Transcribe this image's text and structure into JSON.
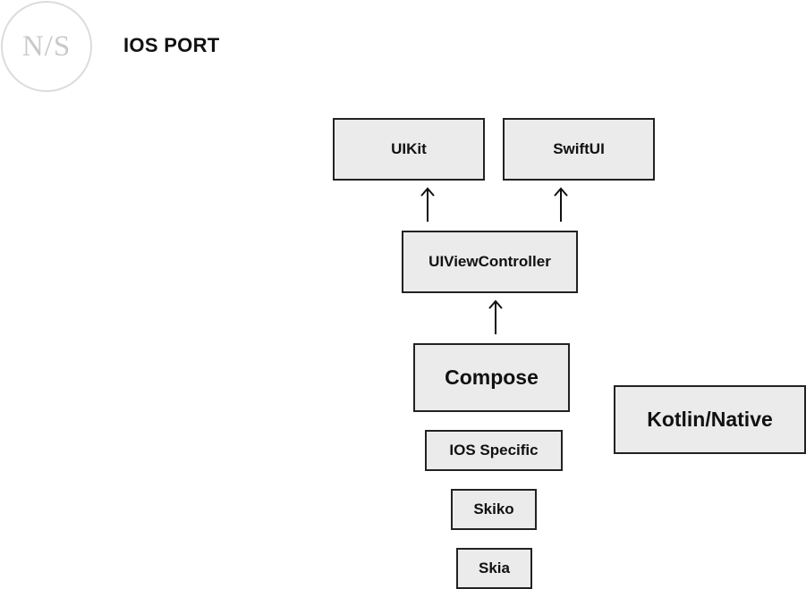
{
  "header": {
    "logo_text": "N/S",
    "title": "IOS PORT"
  },
  "nodes": {
    "uikit": "UIKit",
    "swiftui": "SwiftUI",
    "uiviewcontroller": "UIViewController",
    "compose": "Compose",
    "ios_specific": "IOS Specific",
    "skiko": "Skiko",
    "skia": "Skia",
    "kotlin_native": "Kotlin/Native"
  },
  "edges": [
    {
      "from": "uiviewcontroller",
      "to": "uikit"
    },
    {
      "from": "uiviewcontroller",
      "to": "swiftui"
    },
    {
      "from": "compose",
      "to": "uiviewcontroller"
    }
  ],
  "colors": {
    "box_fill": "#ebebeb",
    "box_border": "#222222",
    "logo_ring": "#dcdcdc",
    "logo_text": "#c9c9c9"
  }
}
